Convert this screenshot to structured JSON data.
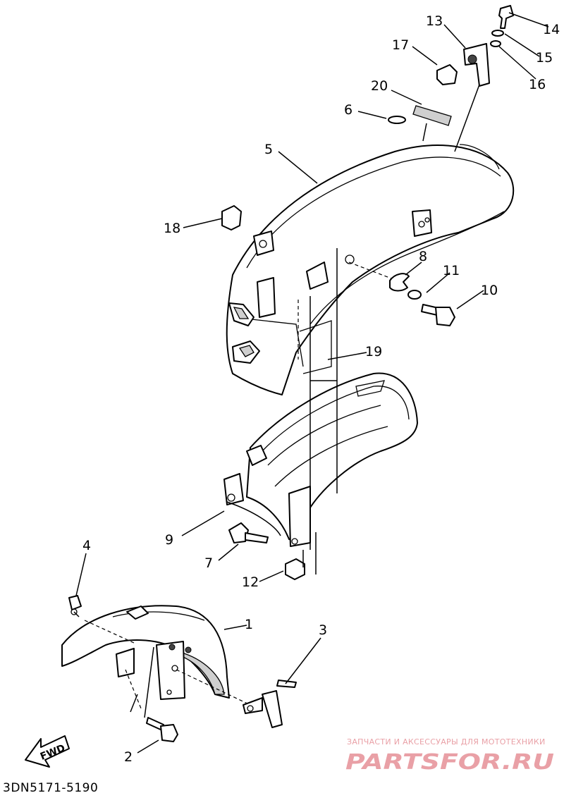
{
  "diagram": {
    "callouts": [
      "1",
      "2",
      "3",
      "4",
      "5",
      "6",
      "7",
      "8",
      "9",
      "10",
      "11",
      "12",
      "13",
      "14",
      "15",
      "16",
      "17",
      "18",
      "19",
      "20"
    ],
    "fwd_label": "FWD",
    "diagram_code": "3DN5171-5190"
  },
  "watermark": {
    "tagline": "ЗАПЧАСТИ И АКСЕССУАРЫ ДЛЯ МОТОТЕХНИКИ",
    "logo_text": "PARTSFOR.RU",
    "color": "#e9a0a6"
  }
}
